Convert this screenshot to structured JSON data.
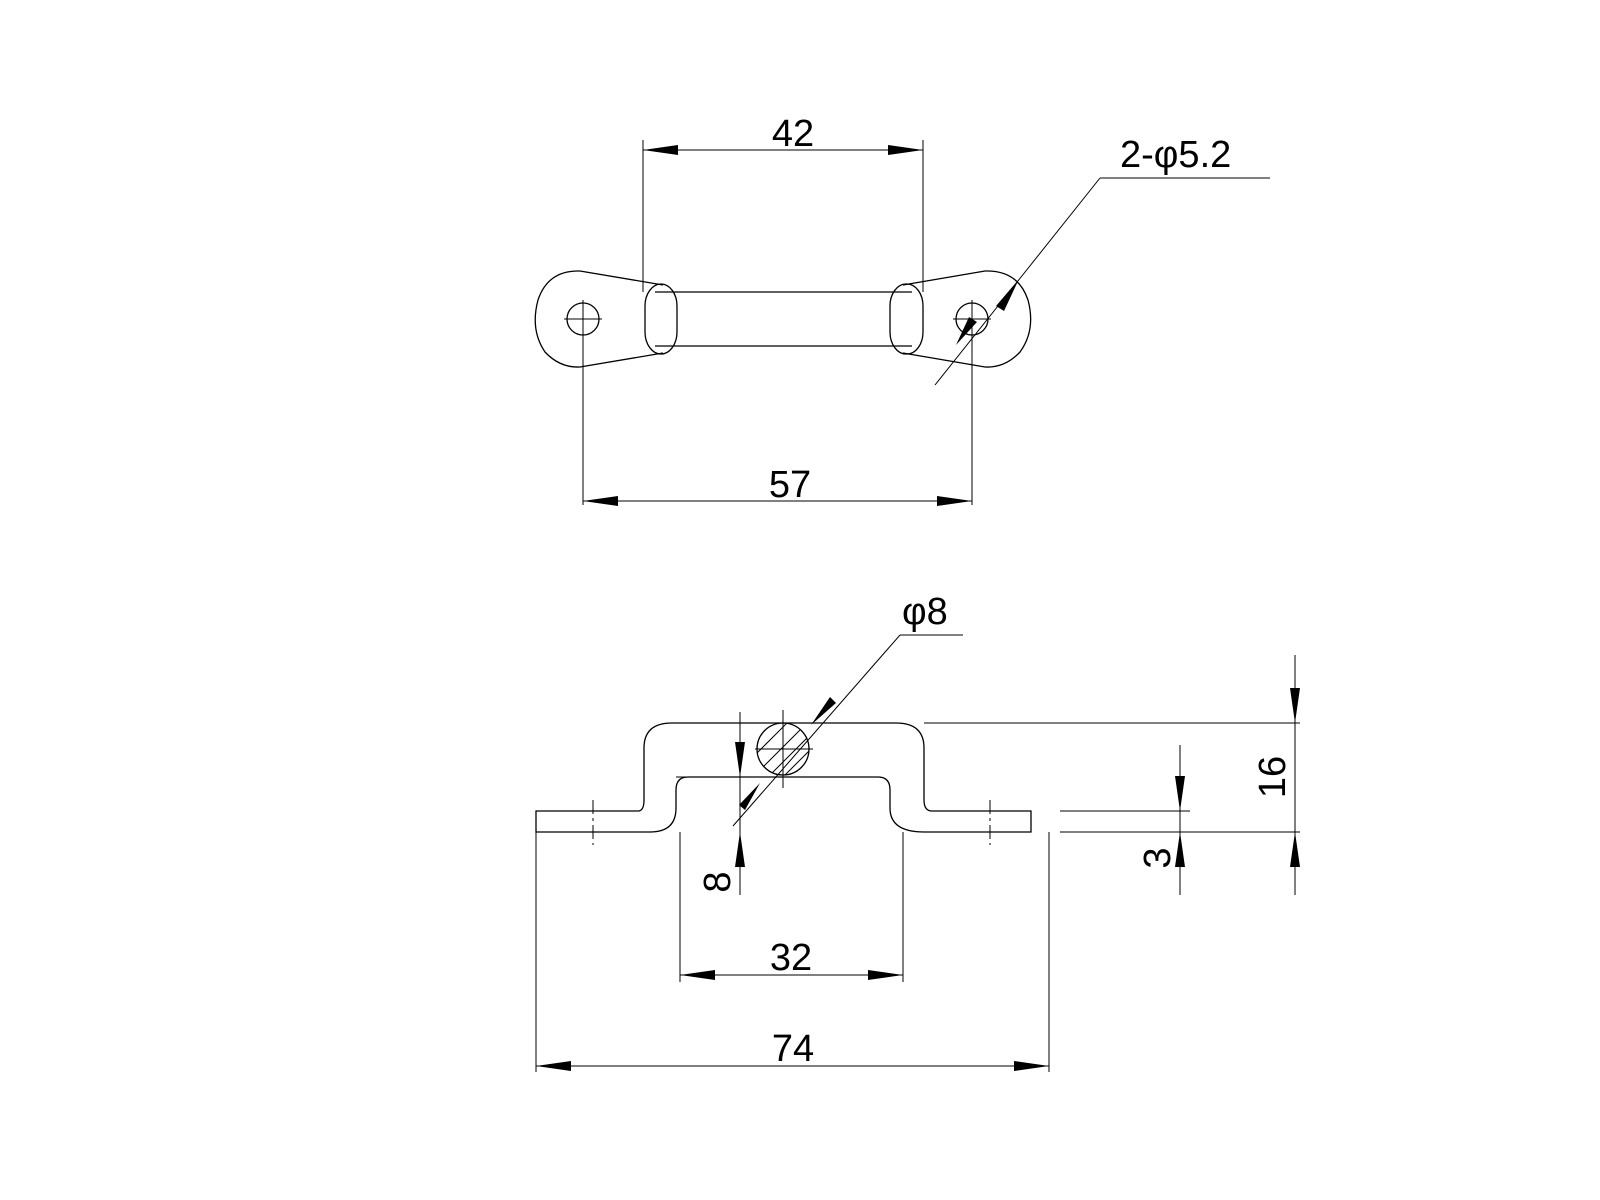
{
  "drawing": {
    "top_view": {
      "dim_inner_span": "42",
      "dim_hole_pitch": "57",
      "hole_callout": "2-φ5.2"
    },
    "front_view": {
      "dim_bar_diameter": "φ8",
      "dim_height": "16",
      "dim_thickness": "3",
      "dim_inner_height": "8",
      "dim_inner_width": "32",
      "dim_overall_length": "74"
    },
    "line_color": "#000000",
    "background_color": "#ffffff"
  }
}
